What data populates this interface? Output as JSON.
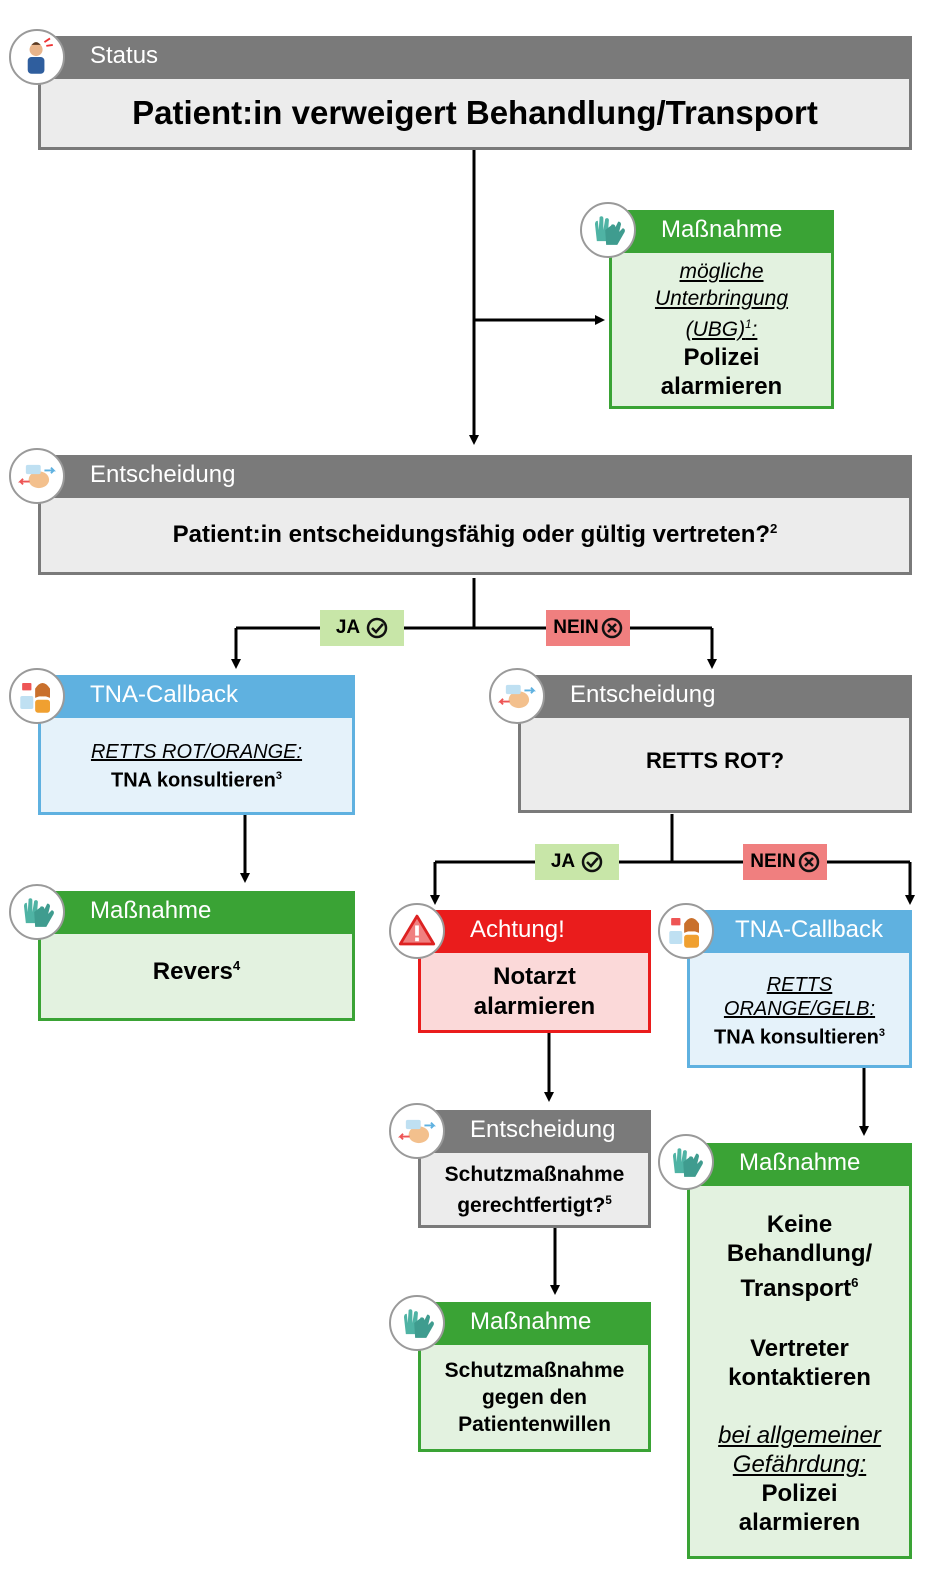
{
  "status": {
    "header": "Status",
    "text": "Patient:in verweigert Behandlung/Transport"
  },
  "massnahme_polizei": {
    "header": "Maßnahme",
    "line1": "mögliche",
    "line2": "Unterbringung",
    "line3": "(UBG)",
    "sup": "1",
    "colon": ":",
    "bold1": "Polizei",
    "bold2": "alarmieren"
  },
  "entscheidung_1": {
    "header": "Entscheidung",
    "text": "Patient:in entscheidungsfähig oder gültig vertreten?",
    "sup": "2"
  },
  "tags": {
    "ja": "JA",
    "nein": "NEIN"
  },
  "tna_callback_1": {
    "header": "TNA-Callback",
    "italic": "RETTS ROT/ORANGE:",
    "bold": "TNA konsultieren",
    "sup": "3"
  },
  "entscheidung_2": {
    "header": "Entscheidung",
    "text": "RETTS ROT?"
  },
  "massnahme_revers": {
    "header": "Maßnahme",
    "text": "Revers",
    "sup": "4"
  },
  "achtung": {
    "header": "Achtung!",
    "line1": "Notarzt",
    "line2": "alarmieren"
  },
  "tna_callback_2": {
    "header": "TNA-Callback",
    "italic1": "RETTS",
    "italic2": "ORANGE/GELB:",
    "bold": "TNA konsultieren",
    "sup": "3"
  },
  "entscheidung_3": {
    "header": "Entscheidung",
    "line1": "Schutzmaßnahme",
    "line2": "gerechtfertigt?",
    "sup": "5"
  },
  "massnahme_schutz": {
    "header": "Maßnahme",
    "line1": "Schutzmaßnahme",
    "line2": "gegen den",
    "line3": "Patientenwillen"
  },
  "massnahme_keine": {
    "header": "Maßnahme",
    "line1": "Keine",
    "line2": "Behandlung/",
    "line3": "Transport",
    "sup": "6",
    "line4": "Vertreter",
    "line5": "kontaktieren",
    "italic1": "bei allgemeiner",
    "italic2": "Gefährdung:",
    "line6": "Polizei",
    "line7": "alarmieren"
  },
  "colors": {
    "grey": "#7a7a7a",
    "green": "#3aa335",
    "blue": "#5fb1e0",
    "red": "#ea1c1c",
    "ja_tag": "#c8e6a8",
    "nein_tag": "#f07f7f"
  },
  "icons": [
    "person-headache-icon",
    "gloves-icon",
    "hand-decision-icon",
    "nurse-phone-icon",
    "warning-triangle-icon",
    "check-circle-icon",
    "x-circle-icon"
  ]
}
